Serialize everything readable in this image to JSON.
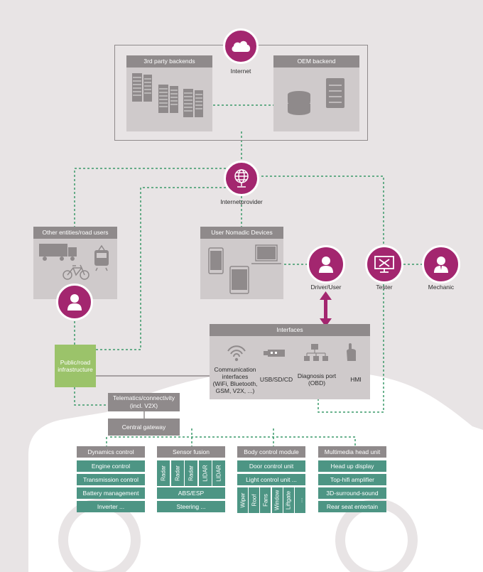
{
  "internet": "Internet",
  "third_party_backends": "3rd party backends",
  "oem_backend": "OEM backend",
  "internetprovider": "Internetprovider",
  "other_entities": "Other entities/road users",
  "user_nomadic_devices": "User Nomadic Devices",
  "driver_user": "Driver/User",
  "tester": "Tester",
  "mechanic": "Mechanic",
  "public_infra": [
    "Public/road",
    "infrastructure"
  ],
  "interfaces": {
    "title": "Interfaces",
    "communication": [
      "Communication",
      "interfaces",
      "(WiFi, Bluetooth,",
      "GSM, V2X, ...)"
    ],
    "usb": "USB/SD/CD",
    "diagnosis": [
      "Diagnosis port",
      "(OBD)"
    ],
    "hmi": "HMI"
  },
  "telematics": [
    "Telematics/connectivity",
    "(incl. V2X)"
  ],
  "central_gateway": "Central gateway",
  "dynamics": {
    "title": "Dynamics control",
    "items": [
      "Engine control",
      "Transmission control",
      "Battery management",
      "Inverter ..."
    ]
  },
  "sensor": {
    "title": "Sensor fusion",
    "vertical": [
      "Radar",
      "Radar",
      "Radar",
      "LIDAR",
      "LIDAR"
    ],
    "items": [
      "ABS/ESP",
      "Steering ..."
    ]
  },
  "body": {
    "title": "Body control module",
    "items": [
      "Door control unit",
      "Light control unit ..."
    ],
    "vertical": [
      "Wiper",
      "Roof",
      "Fans",
      "Window",
      "Liftgate",
      "..."
    ]
  },
  "multimedia": {
    "title": "Multimedia head unit",
    "items": [
      "Head up display",
      "Top-hifi amplifier",
      "3D-surround-sound",
      "Rear seat entertain"
    ]
  },
  "colors": {
    "magenta": "#a3266f",
    "green": "#4d9584",
    "lime": "#9bc36a",
    "panel": "#cfcacb",
    "header": "#8f8a8b",
    "dashed": "#3a9a6a"
  }
}
